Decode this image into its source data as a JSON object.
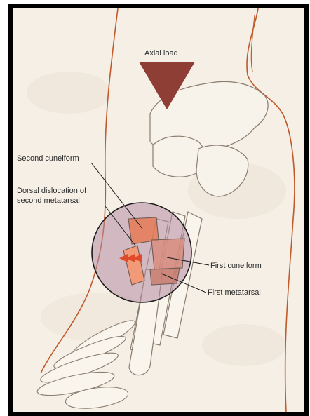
{
  "labels": {
    "axial_load": "Axial load",
    "second_cuneiform": "Second cuneiform",
    "dorsal_dislocation": "Dorsal dislocation of\nsecond metatarsal",
    "first_cuneiform": "First cuneiform",
    "first_metatarsal": "First metatarsal"
  },
  "colors": {
    "frame": "#000000",
    "paper": "#f5efe6",
    "outline": "#c05a2a",
    "arrow": "#8f3e36",
    "zoom_circle_fill": "#b58aa0",
    "highlight": "#e8734a"
  }
}
